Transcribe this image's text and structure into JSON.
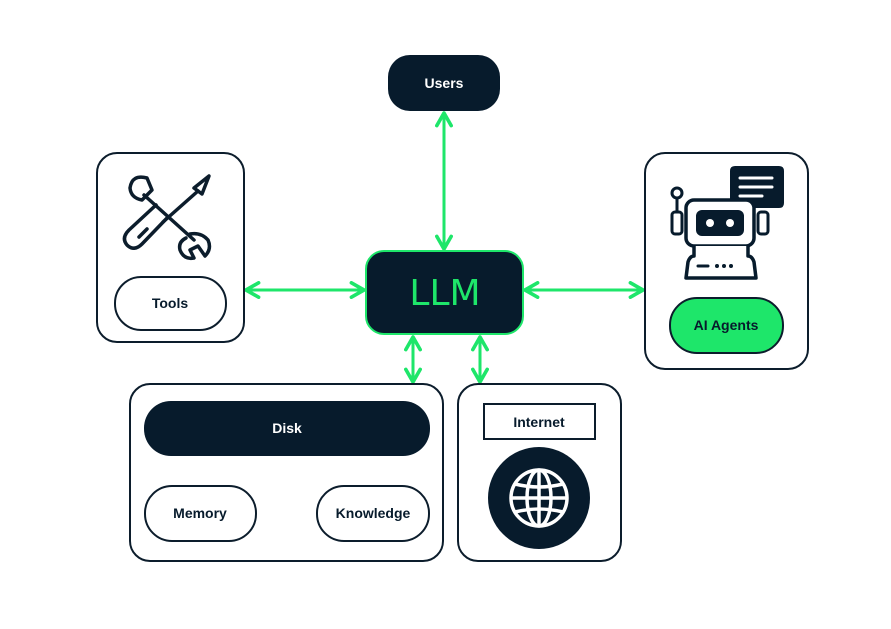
{
  "diagram": {
    "nodes": {
      "users": "Users",
      "llm": "LLM",
      "tools": "Tools",
      "ai_agents": "AI Agents",
      "disk": "Disk",
      "memory": "Memory",
      "knowledge": "Knowledge",
      "internet": "Internet"
    },
    "icons": {
      "tools": "wrench-screwdriver-icon",
      "ai_agents": "robot-chat-icon",
      "internet": "globe-icon"
    }
  },
  "colors": {
    "dark": "#071b2c",
    "accent": "#1ee66a",
    "stroke": "#0c1d2c",
    "background": "#ffffff"
  }
}
